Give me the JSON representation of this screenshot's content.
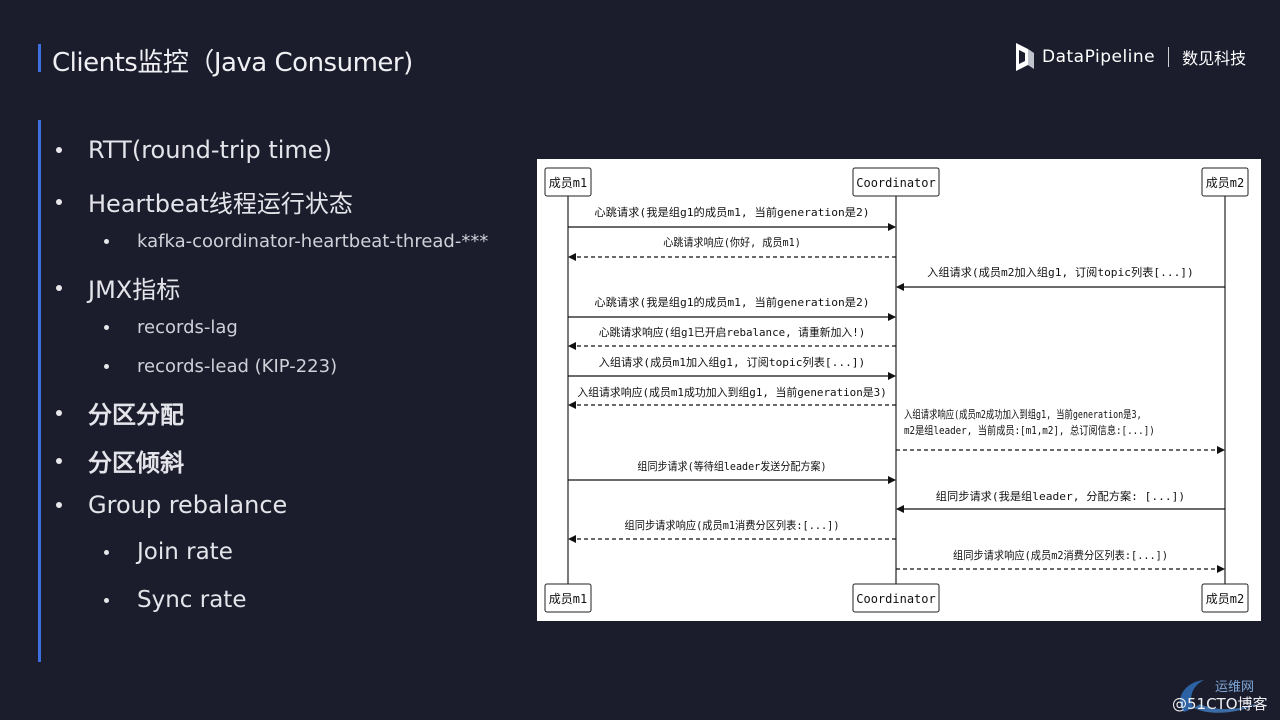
{
  "header": {
    "title": "Clients监控（Java Consumer)",
    "logo_text": "DataPipeline",
    "logo_cn": "数见科技"
  },
  "bullets": [
    {
      "level": 1,
      "text": "RTT(round-trip time)"
    },
    {
      "level": 1,
      "text": "Heartbeat线程运行状态"
    },
    {
      "level": 2,
      "text": "kafka-coordinator-heartbeat-thread-***"
    },
    {
      "level": 1,
      "text": "JMX指标"
    },
    {
      "level": 2,
      "text": "records-lag"
    },
    {
      "level": 2,
      "text": "records-lead (KIP-223)"
    },
    {
      "level": 1,
      "text": "分区分配",
      "bold": true
    },
    {
      "level": 1,
      "text": "分区倾斜",
      "bold": true
    },
    {
      "level": 1,
      "text": "Group rebalance"
    },
    {
      "level": 3,
      "text": "Join rate"
    },
    {
      "level": 3,
      "text": "Sync rate"
    }
  ],
  "diagram": {
    "participants": [
      {
        "id": "m1",
        "label": "成员m1"
      },
      {
        "id": "coord",
        "label": "Coordinator"
      },
      {
        "id": "m2",
        "label": "成员m2"
      }
    ],
    "messages": [
      {
        "from": "m1",
        "to": "coord",
        "dashed": false,
        "lines": [
          "心跳请求(我是组g1的成员m1, 当前generation是2)"
        ]
      },
      {
        "from": "coord",
        "to": "m1",
        "dashed": true,
        "lines": [
          "心跳请求响应(你好, 成员m1)"
        ]
      },
      {
        "from": "m2",
        "to": "coord",
        "dashed": false,
        "lines": [
          "入组请求(成员m2加入组g1, 订阅topic列表[...])"
        ]
      },
      {
        "from": "m1",
        "to": "coord",
        "dashed": false,
        "lines": [
          "心跳请求(我是组g1的成员m1, 当前generation是2)"
        ]
      },
      {
        "from": "coord",
        "to": "m1",
        "dashed": true,
        "lines": [
          "心跳请求响应(组g1已开启rebalance, 请重新加入!)"
        ]
      },
      {
        "from": "m1",
        "to": "coord",
        "dashed": false,
        "lines": [
          "入组请求(成员m1加入组g1, 订阅topic列表[...])"
        ]
      },
      {
        "from": "coord",
        "to": "m1",
        "dashed": true,
        "lines": [
          "入组请求响应(成员m1成功加入到组g1, 当前generation是3)"
        ]
      },
      {
        "from": "coord",
        "to": "m2",
        "dashed": true,
        "lines": [
          "入组请求响应(成员m2成功加入到组g1, 当前generation是3,",
          "m2是组leader, 当前成员:[m1,m2], 总订阅信息:[...])"
        ]
      },
      {
        "from": "m1",
        "to": "coord",
        "dashed": false,
        "lines": [
          "组同步请求(等待组leader发送分配方案)"
        ]
      },
      {
        "from": "m2",
        "to": "coord",
        "dashed": false,
        "lines": [
          "组同步请求(我是组leader, 分配方案: [...])"
        ]
      },
      {
        "from": "coord",
        "to": "m1",
        "dashed": true,
        "lines": [
          "组同步请求响应(成员m1消费分区列表:[...])"
        ]
      },
      {
        "from": "coord",
        "to": "m2",
        "dashed": true,
        "lines": [
          "组同步请求响应(成员m2消费分区列表:[...])"
        ]
      }
    ]
  },
  "watermark": {
    "text": "@51CTO博客",
    "cn": "运维网"
  }
}
